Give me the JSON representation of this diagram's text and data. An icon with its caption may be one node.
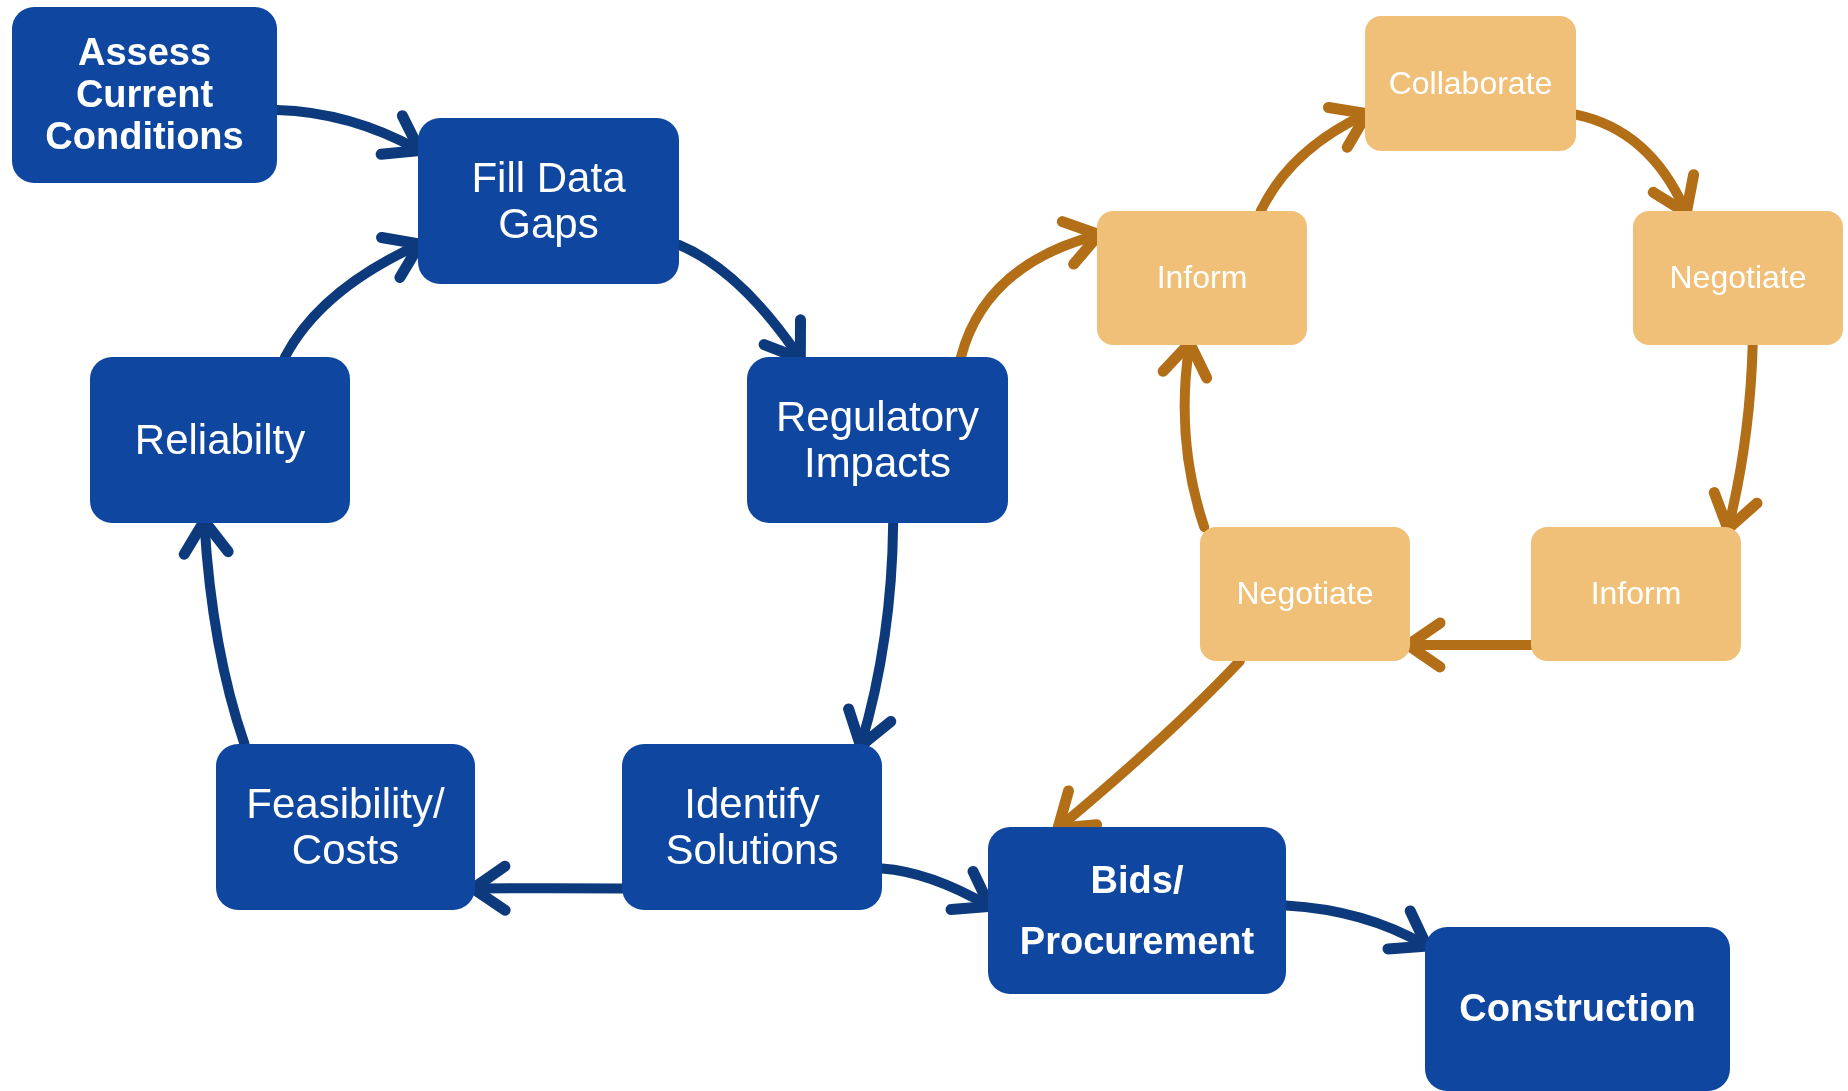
{
  "diagram": {
    "nodes": [
      {
        "text": [
          "Assess Current Conditions"
        ]
      },
      {
        "text": [
          "Fill Data Gaps"
        ]
      },
      {
        "text": [
          "Regulatory Impacts"
        ]
      },
      {
        "text": [
          "Reliabilty"
        ]
      },
      {
        "text": [
          "Feasibility/ Costs"
        ]
      },
      {
        "text": [
          "Identify Solutions"
        ]
      },
      {
        "text": [
          "Bids/ Procurement"
        ]
      },
      {
        "text": [
          "Construction"
        ]
      },
      {
        "text": [
          "Inform"
        ]
      },
      {
        "text": [
          "Collaborate"
        ]
      },
      {
        "text": [
          "Negotiate"
        ]
      },
      {
        "text": [
          "Inform"
        ]
      },
      {
        "text": [
          "Negotiate"
        ]
      }
    ],
    "edges": [
      {
        "from": 0,
        "to": 1,
        "arrow": "to"
      },
      {
        "from": 1,
        "to": 2,
        "arrow": "to"
      },
      {
        "from": 2,
        "to": 5,
        "arrow": "to"
      },
      {
        "from": 5,
        "to": 4,
        "arrow": "to"
      },
      {
        "from": 4,
        "to": 3,
        "arrow": "to"
      },
      {
        "from": 3,
        "to": 1,
        "arrow": "to"
      },
      {
        "from": 5,
        "to": 6,
        "arrow": "to"
      },
      {
        "from": 6,
        "to": 7,
        "arrow": "to"
      },
      {
        "from": 2,
        "to": 8,
        "arrow": "to",
        "color": "#b36f17"
      },
      {
        "from": 8,
        "to": 9,
        "arrow": "to",
        "color": "#b36f17"
      },
      {
        "from": 9,
        "to": 10,
        "arrow": "to",
        "color": "#b36f17"
      },
      {
        "from": 10,
        "to": 11,
        "arrow": "to",
        "color": "#b36f17"
      },
      {
        "from": 11,
        "to": 12,
        "arrow": "to",
        "color": "#b36f17"
      },
      {
        "from": 12,
        "to": 8,
        "arrow": "to",
        "color": "#b36f17"
      },
      {
        "from": 12,
        "to": 6,
        "arrow": "to",
        "color": "#b36f17"
      }
    ]
  }
}
